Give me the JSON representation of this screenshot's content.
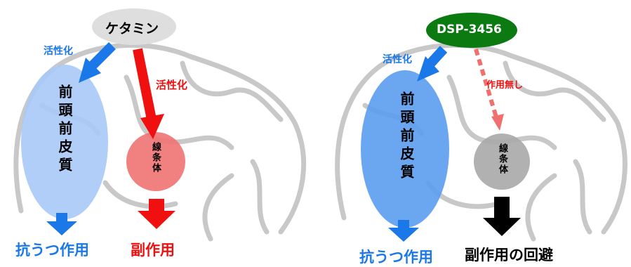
{
  "left": {
    "drug": "ケタミン",
    "pfc_arrow_label": "活性化",
    "striatum_arrow_label": "活性化",
    "pfc": "前頭前皮質",
    "striatum": "線条体",
    "outcome_left": "抗うつ作用",
    "outcome_right": "副作用"
  },
  "right": {
    "drug": "DSP-3456",
    "pfc_arrow_label": "活性化",
    "striatum_arrow_label": "作用無し",
    "pfc": "前頭前皮質",
    "striatum": "線条体",
    "outcome_left": "抗うつ作用",
    "outcome_right": "副作用の回避"
  },
  "colors": {
    "blue": "#1a78e8",
    "red": "#f01010",
    "green": "#0b7a11",
    "ketamine_bubble": "#dedede",
    "pfc_fill_left": "#a9c9f7",
    "pfc_fill_right": "#5b9cf0",
    "striatum_red": "#f07272",
    "striatum_gray": "#a8a8a8"
  }
}
